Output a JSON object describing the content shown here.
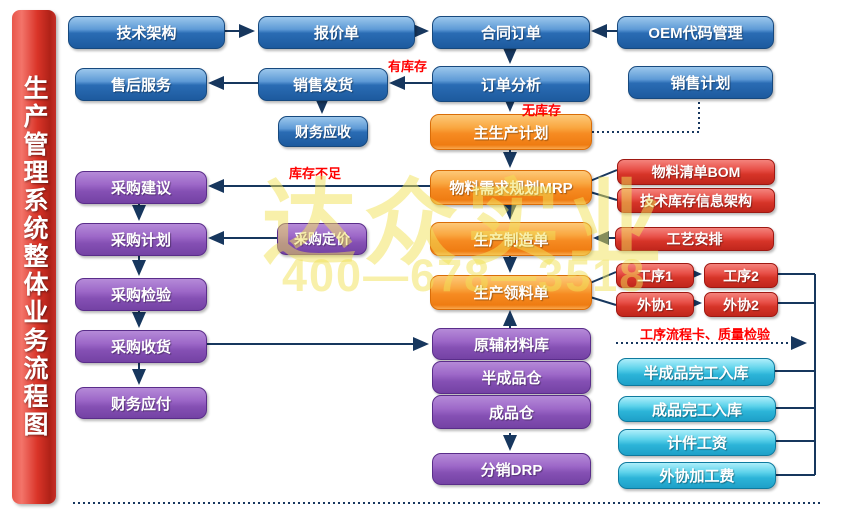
{
  "banner": {
    "title": "生产管理系统整体业务流程图"
  },
  "watermark": {
    "company": "达众实业",
    "phone": "400—678—3518"
  },
  "flow_labels": {
    "has_stock": "有库存",
    "no_stock": "无库存",
    "insufficient_stock": "库存不足",
    "process_card_qc": "工序流程卡、质量检验"
  },
  "nodes": {
    "tech_architecture": "技术架构",
    "quotation": "报价单",
    "contract_order": "合同订单",
    "oem_code_mgmt": "OEM代码管理",
    "after_sales": "售后服务",
    "sales_delivery": "销售发货",
    "order_analysis": "订单分析",
    "sales_plan": "销售计划",
    "finance_receivable": "财务应收",
    "master_production_plan": "主生产计划",
    "mrp": "物料需求规划MRP",
    "bom": "物料清单BOM",
    "tech_inventory_info": "技术库存信息架构",
    "purchase_suggestion": "采购建议",
    "purchase_plan": "采购计划",
    "purchase_pricing": "采购定价",
    "production_order": "生产制造单",
    "process_arrangement": "工艺安排",
    "purchase_inspection": "采购检验",
    "material_requisition": "生产领料单",
    "process1": "工序1",
    "process2": "工序2",
    "outsource1": "外协1",
    "outsource2": "外协2",
    "purchase_receiving": "采购收货",
    "raw_material_store": "原辅材料库",
    "semi_finished_store": "半成品仓",
    "finished_store": "成品仓",
    "finance_payable": "财务应付",
    "drp": "分销DRP",
    "semi_finished_in": "半成品完工入库",
    "finished_in": "成品完工入库",
    "piece_wage": "计件工资",
    "outsource_fee": "外协加工费"
  },
  "colors": {
    "blue": "#2a6cb4",
    "orange": "#f68b22",
    "red": "#d63428",
    "purple": "#8550b4",
    "cyan": "#2cb4d8",
    "arrow": "#17375e",
    "label_red": "#ff0000",
    "banner_red": "#d93428",
    "watermark_yellow": "#f2e258"
  }
}
